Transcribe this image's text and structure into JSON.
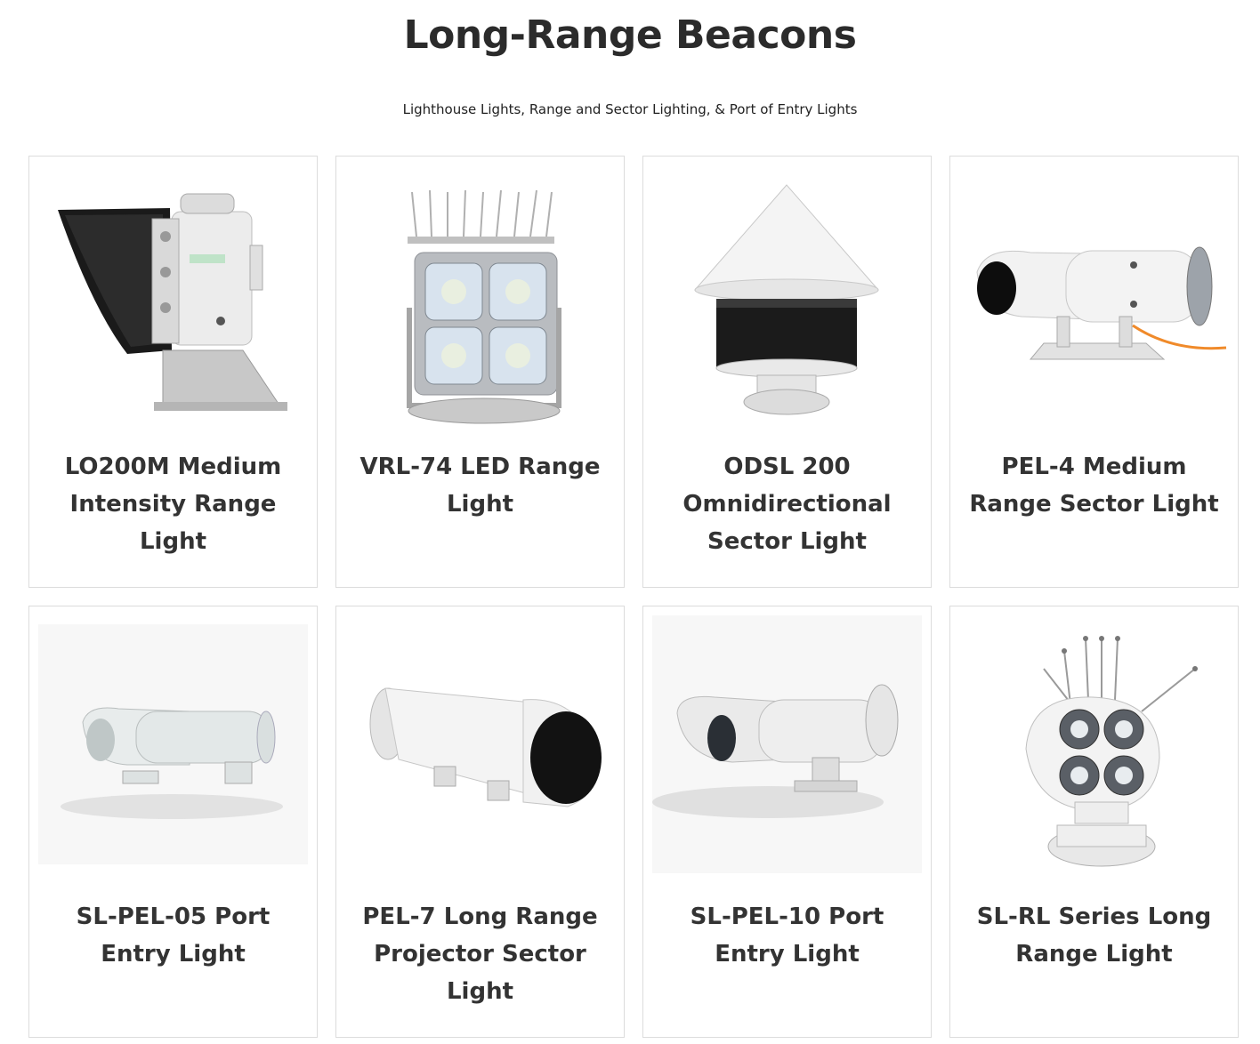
{
  "header": {
    "title": "Long-Range Beacons",
    "subtitle": "Lighthouse Lights, Range and Sector Lighting, & Port of Entry Lights"
  },
  "products": [
    {
      "title": "LO200M Medium Intensity Range Light",
      "image": "hooded-range-light-image"
    },
    {
      "title": "VRL-74 LED Range Light",
      "image": "quad-led-range-light-image"
    },
    {
      "title": "ODSL 200 Omnidirectional Sector Light",
      "image": "cone-top-sector-light-image"
    },
    {
      "title": "PEL-4 Medium Range Sector Light",
      "image": "cylinder-sector-light-image"
    },
    {
      "title": "SL-PEL-05 Port Entry Light",
      "image": "port-entry-light-image"
    },
    {
      "title": "PEL-7 Long Range Projector Sector Light",
      "image": "projector-sector-light-image"
    },
    {
      "title": "SL-PEL-10 Port Entry Light",
      "image": "port-entry-light-10-image"
    },
    {
      "title": "SL-RL Series Long Range Light",
      "image": "quad-lamp-long-range-light-image"
    }
  ],
  "colors": {
    "title": "#2b2b2b",
    "card_border": "#dcdcdc",
    "product_white": "#f2f2f2",
    "product_black": "#1a1a1a",
    "metal": "#c8c8c8",
    "cable": "#f08a2a"
  }
}
